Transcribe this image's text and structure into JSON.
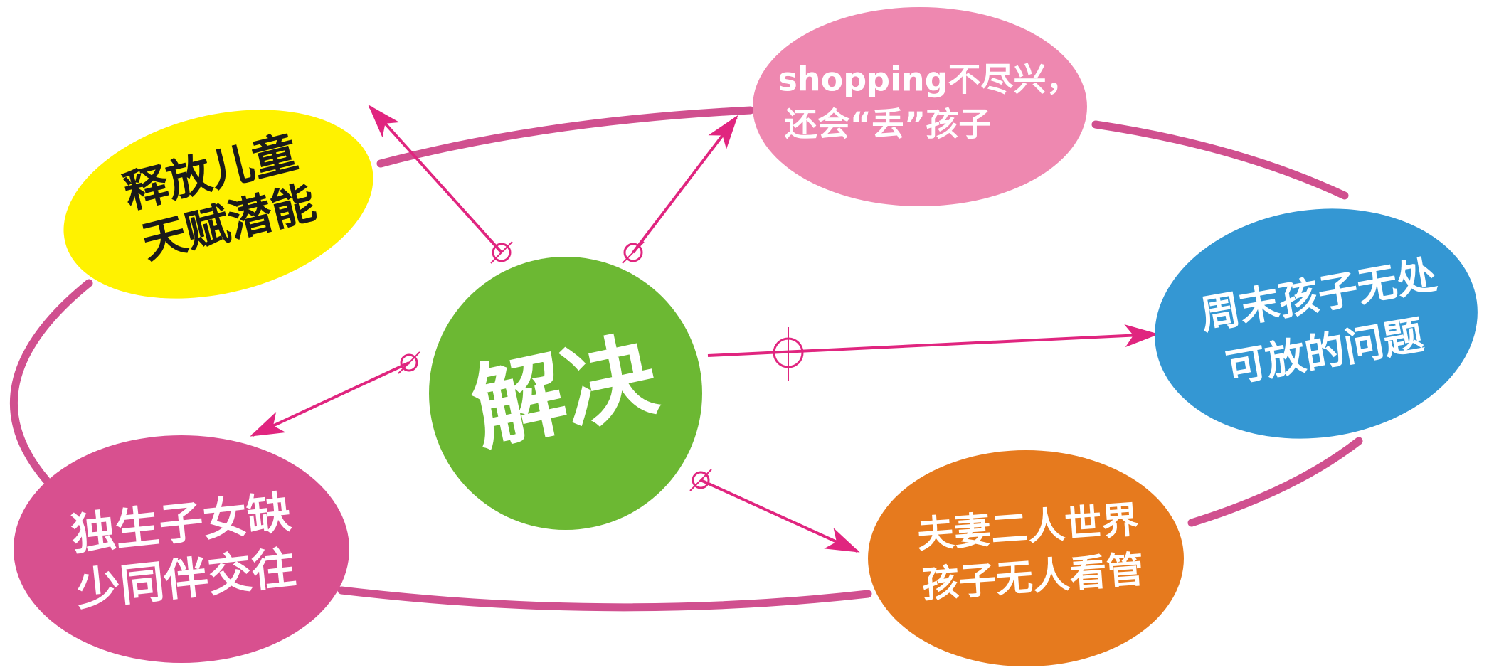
{
  "center": {
    "label": "解决",
    "color": "#6cb833"
  },
  "nodes": {
    "release": {
      "lines": [
        "释放儿童",
        "天赋潜能"
      ],
      "color": "#fff200",
      "text_color": "#1a1a1a"
    },
    "shopping": {
      "lines": [
        "shopping不尽兴，",
        "还会“丢”孩子"
      ],
      "color": "#ee88b0",
      "text_color": "#ffffff"
    },
    "weekend": {
      "lines": [
        "周末孩子无处",
        "可放的问题"
      ],
      "color": "#3497d3",
      "text_color": "#ffffff"
    },
    "couple": {
      "lines": [
        "夫妻二人世界",
        "孩子无人看管"
      ],
      "color": "#e67a1e",
      "text_color": "#ffffff"
    },
    "only_child": {
      "lines": [
        "独生子女缺",
        "少同伴交往"
      ],
      "color": "#d8508f",
      "text_color": "#ffffff"
    }
  },
  "colors": {
    "ring": "#d0508f",
    "arrow": "#e0257f"
  }
}
